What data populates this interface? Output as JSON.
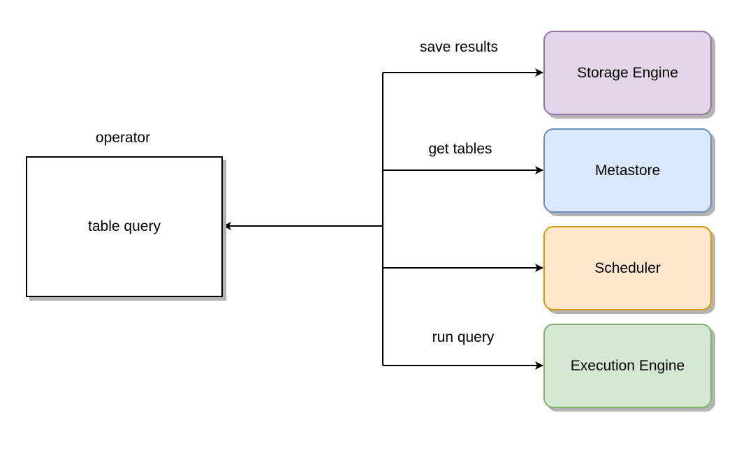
{
  "operator": {
    "title": "operator",
    "label": "table query"
  },
  "services": [
    {
      "label": "Storage Engine",
      "fill": "#e1d5e7",
      "stroke": "#9673a6"
    },
    {
      "label": "Metastore",
      "fill": "#dae8fc",
      "stroke": "#6c8ebf"
    },
    {
      "label": "Scheduler",
      "fill": "#ffe6cc",
      "stroke": "#d79b00"
    },
    {
      "label": "Execution Engine",
      "fill": "#d5e8d4",
      "stroke": "#82b366"
    }
  ],
  "edge_labels": {
    "save_results": "save results",
    "get_tables": "get tables",
    "run_query": "run query"
  },
  "colors": {
    "line": "#000000",
    "shadow": "#b3b3b3",
    "operator_fill": "#ffffff",
    "operator_stroke": "#000000"
  }
}
